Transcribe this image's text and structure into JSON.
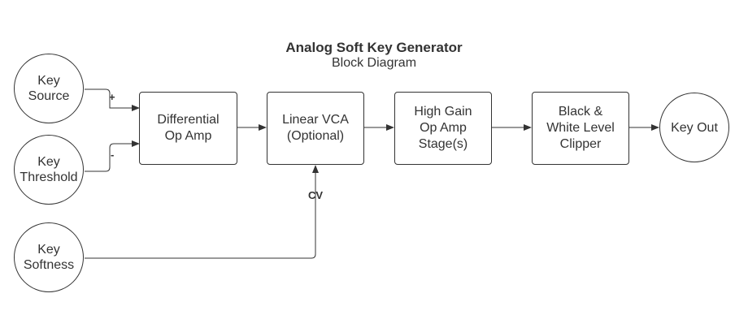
{
  "diagram": {
    "title": "Analog Soft Key Generator",
    "subtitle": "Block Diagram",
    "inputs": {
      "key_source": [
        "Key",
        "Source"
      ],
      "key_threshold": [
        "Key",
        "Threshold"
      ],
      "key_softness": [
        "Key",
        "Softness"
      ]
    },
    "blocks": {
      "diff_amp": [
        "Differential",
        "Op Amp"
      ],
      "vca": [
        "Linear VCA",
        "(Optional)"
      ],
      "high_gain": [
        "High Gain",
        "Op Amp",
        "Stage(s)"
      ],
      "clipper": [
        "Black &",
        "White Level",
        "Clipper"
      ]
    },
    "output": "Key Out",
    "labels": {
      "plus": "+",
      "minus": "-",
      "cv": "CV"
    },
    "colors": {
      "stroke": "#333333",
      "background": "#ffffff"
    }
  }
}
